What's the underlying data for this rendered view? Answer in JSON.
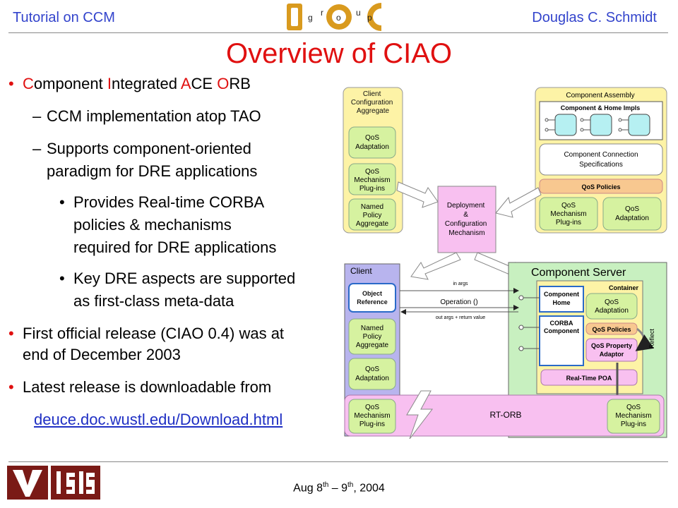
{
  "header": {
    "left": "Tutorial on CCM",
    "right": "Douglas C. Schmidt",
    "logo_letters": [
      "g",
      "r",
      "o",
      "u",
      "p"
    ]
  },
  "slide": {
    "title": "Overview of CIAO",
    "bullet1_parts": [
      "C",
      "omponent ",
      "I",
      "ntegrated ",
      "A",
      "CE ",
      "O",
      "RB"
    ],
    "sub1": "CCM implementation atop TAO",
    "sub2_l1": "Supports component-oriented",
    "sub2_l2": "paradigm for DRE applications",
    "sub3_l1": "Provides Real-time CORBA",
    "sub3_l2": "policies & mechanisms",
    "sub3_l3": "required for DRE applications",
    "sub4_l1": "Key DRE aspects are supported",
    "sub4_l2": "as first-class meta-data",
    "bullet2_l1": "First official release (CIAO 0.4) was at",
    "bullet2_l2": "end of December 2003",
    "bullet3": "Latest release is downloadable from",
    "link": "deuce.doc.wustl.edu/Download.html"
  },
  "diagram": {
    "client_config": [
      "Client",
      "Configuration",
      "Aggregate"
    ],
    "qos_adaptation": [
      "QoS",
      "Adaptation"
    ],
    "qos_mechanism": [
      "QoS",
      "Mechanism",
      "Plug-ins"
    ],
    "named_policy": [
      "Named",
      "Policy",
      "Aggregate"
    ],
    "component_assembly": "Component Assembly",
    "comp_home_impls": "Component & Home Impls",
    "comp_conn_specs": [
      "Component Connection",
      "Specifications"
    ],
    "qos_policies": "QoS Policies",
    "deployment": [
      "Deployment",
      "&",
      "Configuration",
      "Mechanism"
    ],
    "client": "Client",
    "object_reference": [
      "Object",
      "Reference"
    ],
    "in_args": "in args",
    "operation": "Operation ()",
    "out_args": "out args + return value",
    "component_server": "Component Server",
    "container": "Container",
    "component_home": [
      "Component",
      "Home"
    ],
    "corba_component": [
      "CORBA",
      "Component"
    ],
    "qos_property_adaptor": [
      "QoS Property",
      "Adaptor"
    ],
    "reflect": "Reflect",
    "rt_poa": "Real-Time POA",
    "rt_orb": "RT-ORB"
  },
  "footer": {
    "pre": "Aug 8",
    "sup1": "th",
    "mid": " – 9",
    "sup2": "th",
    "post": ", 2004"
  },
  "colors": {
    "title": "#e01010",
    "header": "#3344cc",
    "link": "#1f2fc4"
  }
}
